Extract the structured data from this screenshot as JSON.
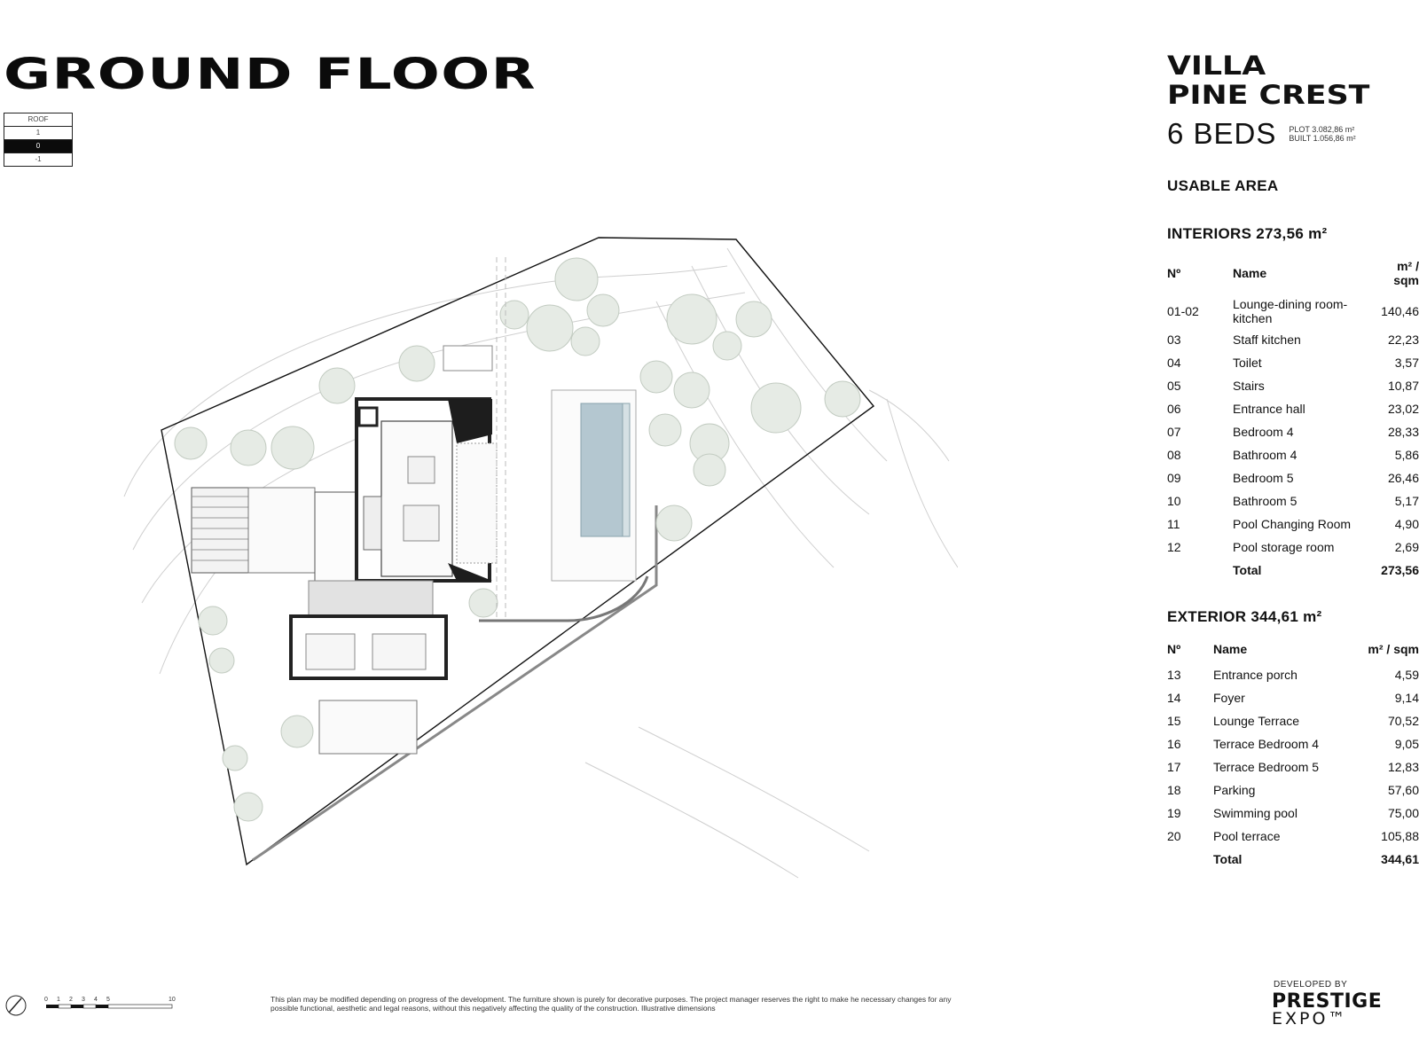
{
  "title": "GROUND FLOOR",
  "levels": [
    "ROOF",
    "1",
    "0",
    "-1"
  ],
  "active_level": "0",
  "villa": {
    "line1": "VILLA",
    "line2": "PINE CREST",
    "beds": "6 BEDS",
    "plot": "PLOT 3.082,86 m²",
    "built": "BUILT 1.056,86 m²"
  },
  "usable_area": "USABLE AREA",
  "interiors": {
    "title": "INTERIORS 273,56 m²",
    "headers": {
      "no": "Nº",
      "name": "Name",
      "value": "m² / sqm"
    },
    "rows": [
      {
        "no": "01-02",
        "name": "Lounge-dining room-kitchen",
        "value": "140,46"
      },
      {
        "no": "03",
        "name": "Staff kitchen",
        "value": "22,23"
      },
      {
        "no": "04",
        "name": "Toilet",
        "value": "3,57"
      },
      {
        "no": "05",
        "name": "Stairs",
        "value": "10,87"
      },
      {
        "no": "06",
        "name": "Entrance hall",
        "value": "23,02"
      },
      {
        "no": "07",
        "name": "Bedroom 4",
        "value": "28,33"
      },
      {
        "no": "08",
        "name": "Bathroom 4",
        "value": "5,86"
      },
      {
        "no": "09",
        "name": "Bedroom 5",
        "value": "26,46"
      },
      {
        "no": "10",
        "name": "Bathroom 5",
        "value": "5,17"
      },
      {
        "no": "11",
        "name": "Pool Changing Room",
        "value": "4,90"
      },
      {
        "no": "12",
        "name": "Pool storage room",
        "value": "2,69"
      }
    ],
    "total_label": "Total",
    "total_value": "273,56"
  },
  "exterior": {
    "title": "EXTERIOR 344,61 m²",
    "headers": {
      "no": "Nº",
      "name": "Name",
      "value": "m² / sqm"
    },
    "rows": [
      {
        "no": "13",
        "name": "Entrance porch",
        "value": "4,59"
      },
      {
        "no": "14",
        "name": "Foyer",
        "value": "9,14"
      },
      {
        "no": "15",
        "name": "Lounge Terrace",
        "value": "70,52"
      },
      {
        "no": "16",
        "name": "Terrace Bedroom 4",
        "value": "9,05"
      },
      {
        "no": "17",
        "name": "Terrace Bedroom 5",
        "value": "12,83"
      },
      {
        "no": "18",
        "name": "Parking",
        "value": "57,60"
      },
      {
        "no": "19",
        "name": "Swimming pool",
        "value": "75,00"
      },
      {
        "no": "20",
        "name": "Pool terrace",
        "value": "105,88"
      }
    ],
    "total_label": "Total",
    "total_value": "344,61"
  },
  "scale_ticks": [
    "0",
    "1",
    "2",
    "3",
    "4",
    "5",
    "10"
  ],
  "disclaimer": "This plan may be modified depending on progress of the development. The furniture shown is purely for decorative purposes. The project manager reserves the right to make he necessary changes for any possible functional, aesthetic and legal reasons, without this negatively affecting the quality of the construction. Illustrative dimensions",
  "developer": {
    "label": "DEVELOPED BY",
    "logo_line1": "PRESTIGE",
    "logo_line2": "EXPO™"
  },
  "colors": {
    "ink": "#0b0b0b",
    "pool": "#b4c7d0",
    "tree": "#c9d4c8",
    "wall": "#2b2b2b"
  }
}
